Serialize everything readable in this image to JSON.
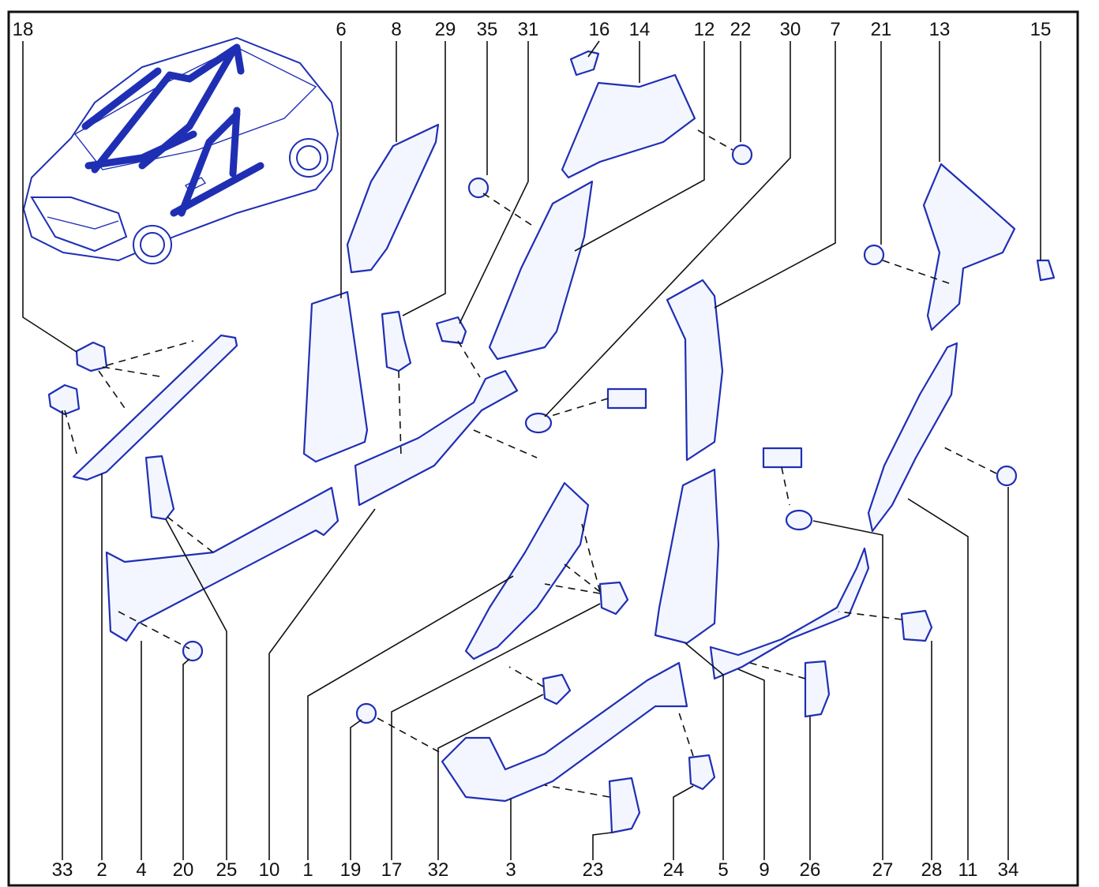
{
  "diagram": {
    "frame_color": "#111111",
    "part_color": "#1f2fb4",
    "highlight_color": "#1a2fb0",
    "top_labels": [
      "18",
      "6",
      "8",
      "29",
      "35",
      "31",
      "16",
      "14",
      "12",
      "22",
      "30",
      "7",
      "21",
      "13",
      "15"
    ],
    "bottom_labels": [
      "33",
      "2",
      "4",
      "20",
      "25",
      "10",
      "1",
      "19",
      "17",
      "32",
      "3",
      "23",
      "24",
      "5",
      "9",
      "26",
      "27",
      "28",
      "11",
      "34"
    ]
  }
}
